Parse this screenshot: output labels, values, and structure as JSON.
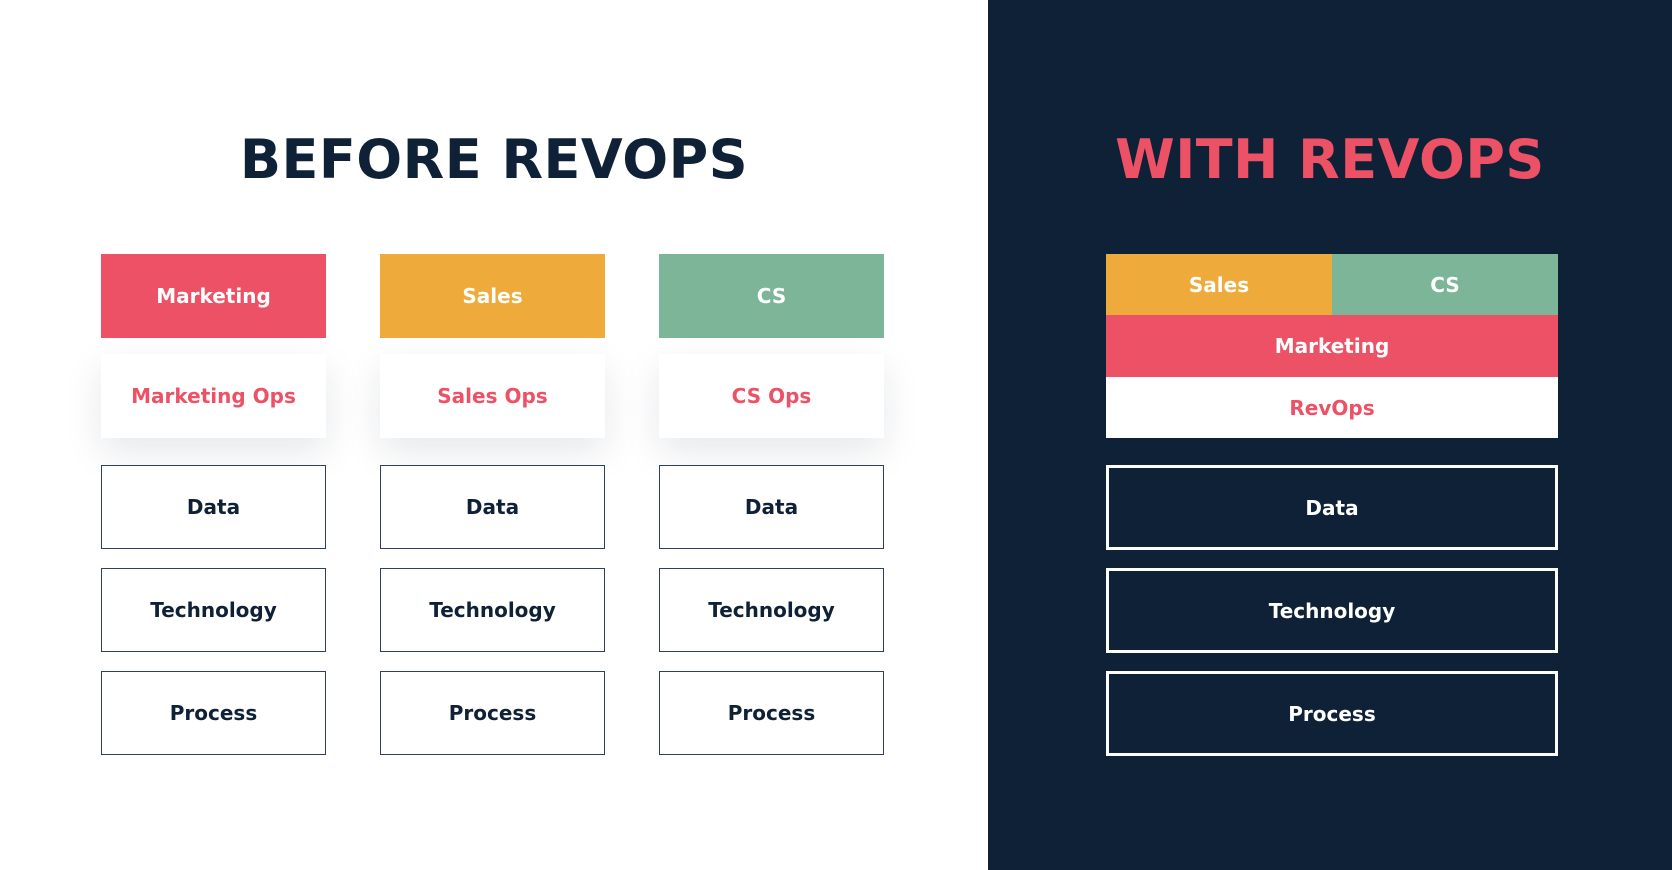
{
  "colors": {
    "marketing": "#ec5166",
    "sales": "#eeab3c",
    "cs": "#7db598",
    "navy": "#0e2136",
    "white": "#ffffff"
  },
  "before": {
    "title": "BEFORE REVOPS",
    "columns": [
      {
        "team": "Marketing",
        "ops": "Marketing Ops",
        "data": "Data",
        "technology": "Technology",
        "process": "Process"
      },
      {
        "team": "Sales",
        "ops": "Sales Ops",
        "data": "Data",
        "technology": "Technology",
        "process": "Process"
      },
      {
        "team": "CS",
        "ops": "CS Ops",
        "data": "Data",
        "technology": "Technology",
        "process": "Process"
      }
    ]
  },
  "with": {
    "title": "WITH REVOPS",
    "sales": "Sales",
    "cs": "CS",
    "marketing": "Marketing",
    "revops": "RevOps",
    "data": "Data",
    "technology": "Technology",
    "process": "Process"
  }
}
